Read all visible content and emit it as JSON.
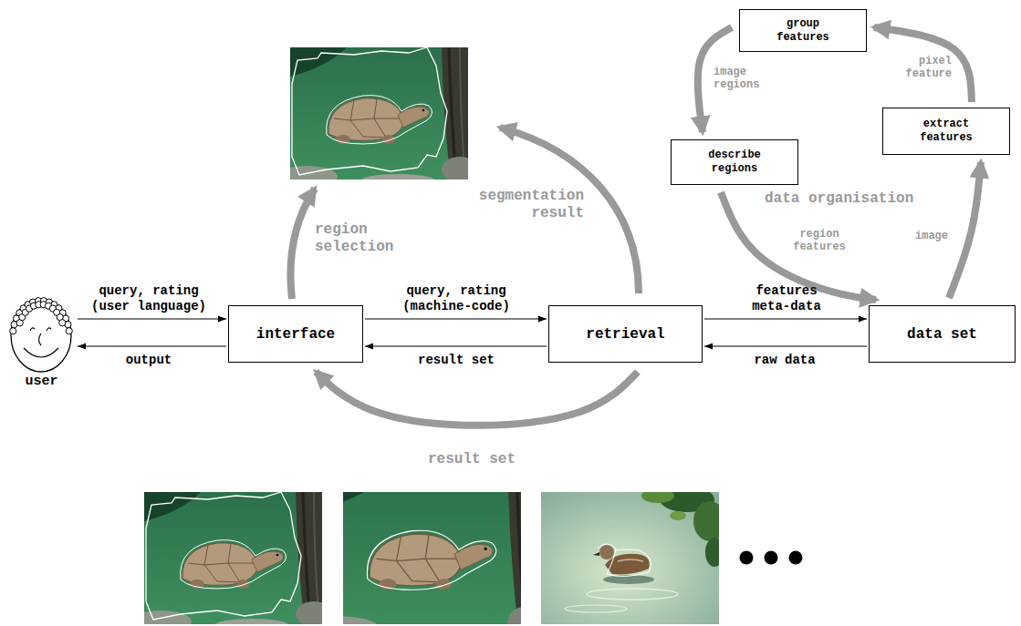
{
  "diagram": {
    "nodes": [
      {
        "text": [
          "user"
        ]
      },
      {
        "text": [
          "interface"
        ]
      },
      {
        "text": [
          "retrieval"
        ]
      },
      {
        "text": [
          "data set"
        ]
      },
      {
        "text": [
          "group features"
        ]
      },
      {
        "text": [
          "extract features"
        ]
      },
      {
        "text": [
          "describe regions"
        ]
      }
    ],
    "edges": [
      {
        "from": 0,
        "to": 1,
        "arrow": "to",
        "label": "query, rating (user language)"
      },
      {
        "from": 1,
        "to": 0,
        "arrow": "to",
        "label": "output"
      },
      {
        "from": 1,
        "to": 2,
        "arrow": "to",
        "label": "query, rating (machine-code)"
      },
      {
        "from": 2,
        "to": 1,
        "arrow": "to",
        "label": "result set"
      },
      {
        "from": 2,
        "to": 3,
        "arrow": "to",
        "label": "features meta-data"
      },
      {
        "from": 3,
        "to": 2,
        "arrow": "to",
        "label": "raw data"
      },
      {
        "from": 2,
        "to": 1,
        "arrow": "to",
        "label": "result set"
      },
      {
        "from": 3,
        "to": 5,
        "arrow": "to",
        "label": "image"
      },
      {
        "from": 5,
        "to": 4,
        "arrow": "to",
        "label": "pixel feature"
      },
      {
        "from": 4,
        "to": 6,
        "arrow": "to",
        "label": "image regions"
      },
      {
        "from": 6,
        "to": 3,
        "arrow": "to",
        "label": "region features"
      }
    ],
    "labels": [
      "region selection",
      "segmentation result",
      "data organisation"
    ]
  }
}
